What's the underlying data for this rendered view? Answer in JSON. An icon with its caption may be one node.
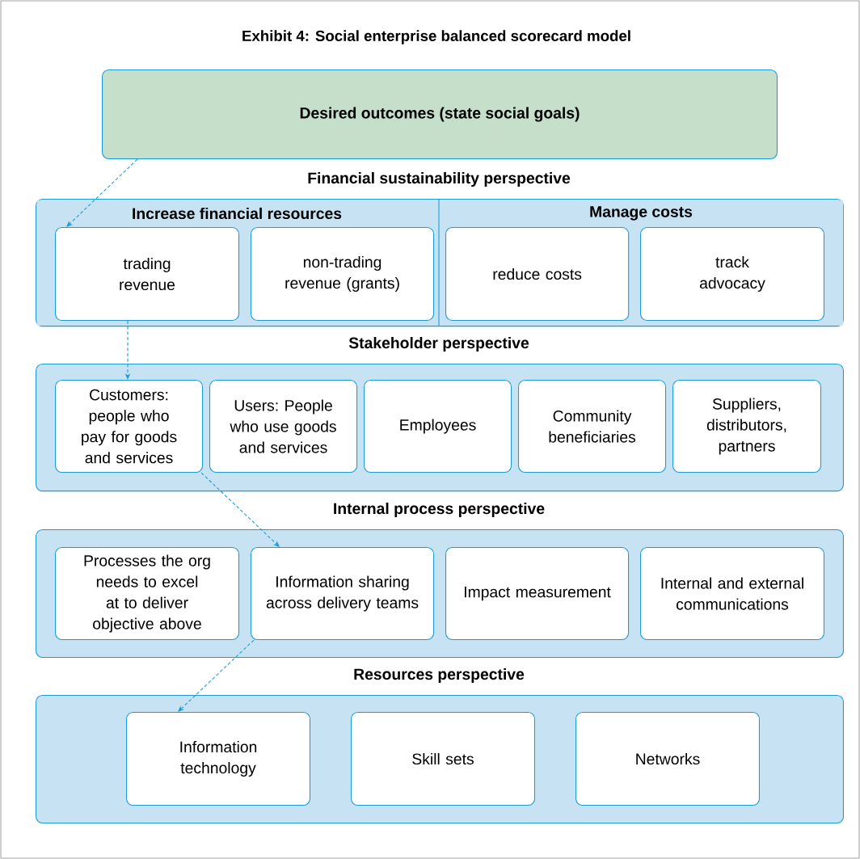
{
  "diagram": {
    "title": "Exhibit 4: Social enterprise balanced scorecard model",
    "nodes": [
      {
        "text": [
          "Desired outcomes (state social goals)"
        ]
      },
      {
        "text": [
          "Financial sustainability perspective"
        ]
      },
      {
        "text": [
          "Increase financial resources"
        ],
        "in": 1
      },
      {
        "text": [
          "trading revenue"
        ],
        "in": 2
      },
      {
        "text": [
          "non-trading revenue (grants)"
        ],
        "in": 2
      },
      {
        "text": [
          "Manage costs"
        ],
        "in": 1
      },
      {
        "text": [
          "reduce costs"
        ],
        "in": 5
      },
      {
        "text": [
          "track advocacy"
        ],
        "in": 5
      },
      {
        "text": [
          "Stakeholder perspective"
        ]
      },
      {
        "text": [
          "Customers: people who pay for goods and services"
        ],
        "in": 8
      },
      {
        "text": [
          "Users: People who use goods and services"
        ],
        "in": 8
      },
      {
        "text": [
          "Employees"
        ],
        "in": 8
      },
      {
        "text": [
          "Community beneficiaries"
        ],
        "in": 8
      },
      {
        "text": [
          "Suppliers, distributors, partners"
        ],
        "in": 8
      },
      {
        "text": [
          "Internal process perspective"
        ]
      },
      {
        "text": [
          "Processes the org needs to excel at to deliver objective above"
        ],
        "in": 14
      },
      {
        "text": [
          "Information sharing across delivery teams"
        ],
        "in": 14
      },
      {
        "text": [
          "Impact measurement"
        ],
        "in": 14
      },
      {
        "text": [
          "Internal and external communications"
        ],
        "in": 14
      },
      {
        "text": [
          "Resources perspective"
        ]
      },
      {
        "text": [
          "Information technology"
        ],
        "in": 19
      },
      {
        "text": [
          "Skill sets"
        ],
        "in": 19
      },
      {
        "text": [
          "Networks"
        ],
        "in": 19
      }
    ],
    "edges": [
      {
        "from": 0,
        "to": 3,
        "arrow": "to",
        "style": "dashed"
      },
      {
        "from": 3,
        "to": 9,
        "arrow": "to",
        "style": "dashed"
      },
      {
        "from": 9,
        "to": 16,
        "arrow": "to",
        "style": "dashed"
      },
      {
        "from": 16,
        "to": 20,
        "arrow": "to",
        "style": "dashed"
      }
    ]
  }
}
